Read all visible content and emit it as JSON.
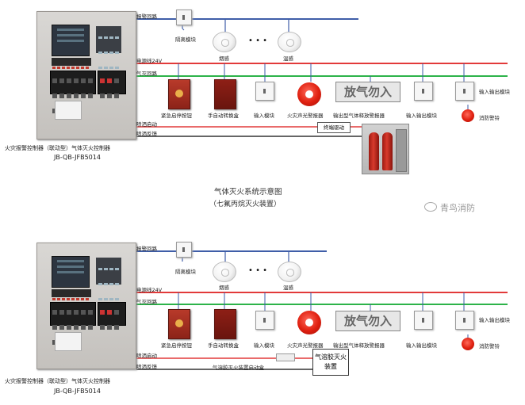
{
  "diagram1": {
    "title": "气体灭火系统示意图",
    "subtitle": "（七氟丙烷灭火装置）",
    "controller_caption": "火灾报警控制器（联动型）气体灭火控制器",
    "controller_model": "JB-QB-JFB5014",
    "bus_labels": {
      "alarm_bus": "报警回路",
      "power_24v": "电源线24V",
      "gas_loop": "气灭回路",
      "spray_start": "喷洒启动",
      "spray_feedback": "喷洒反馈"
    },
    "devices": {
      "isolator": "隔离模块",
      "smoke_detector": "烟感",
      "temp_detector": "温感",
      "emergency_button": "紧急启停按钮",
      "manual_switch": "手自动转换盒",
      "input_module": "输入模块",
      "sound_light_alarm": "火灾声光警报器",
      "gas_release_alarm": "输出型气体释放警报器",
      "gas_board_text": "放气勿入",
      "io_module": "输入输出模块",
      "io_module2": "输入输出模块",
      "fire_bell": "消防警铃",
      "solenoid": "终端驱动"
    },
    "ellipsis": "• • •"
  },
  "diagram2": {
    "controller_caption": "火灾报警控制器（联动型）气体灭火控制器",
    "controller_model": "JB-QB-JFB5014",
    "bus_labels": {
      "alarm_bus": "报警回路",
      "power_24v": "电源线24V",
      "gas_loop": "气灭回路",
      "spray_start": "喷洒启动",
      "spray_feedback": "喷洒反馈"
    },
    "devices": {
      "isolator": "隔离模块",
      "smoke_detector": "烟感",
      "temp_detector": "温感",
      "emergency_button": "紧急启停按钮",
      "manual_switch": "手自动转换盒",
      "input_module": "输入模块",
      "sound_light_alarm": "火灾声光警报器",
      "gas_release_alarm": "输出型气体释放警报器",
      "gas_board_text": "放气勿入",
      "io_module": "输入输出模块",
      "io_module2": "输入输出模块",
      "fire_bell": "消防警铃",
      "suppression_unit": "气溶胶灭火装置",
      "start_box": "气溶胶灭火装置启动盒"
    },
    "ellipsis": "• • •"
  },
  "watermark": "青鸟消防",
  "colors": {
    "alarm_line": "#3f5ea8",
    "power_line": "#e23a3a",
    "gas_line": "#2db34a",
    "spray_line": "#333333"
  }
}
